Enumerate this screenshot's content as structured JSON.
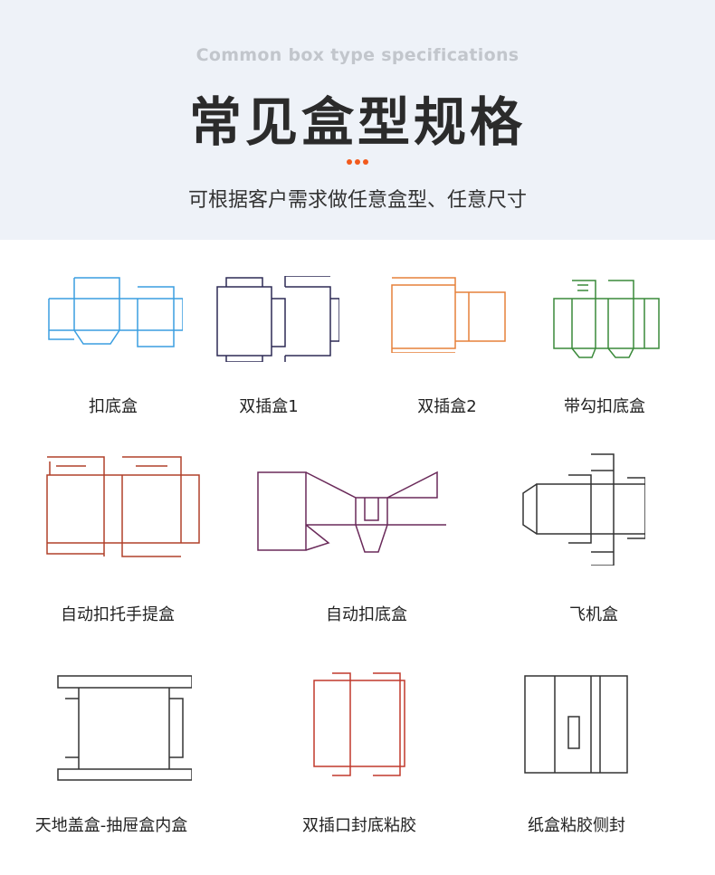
{
  "header": {
    "en_title": "Common box type specifications",
    "title": "常见盒型规格",
    "subtitle": "可根据客户需求做任意盒型、任意尺寸",
    "accent": "#f25a1d"
  },
  "items": [
    {
      "label": "扣底盒",
      "color": "#3a9ee0"
    },
    {
      "label": "双插盒1",
      "color": "#2d2a55"
    },
    {
      "label": "双插盒2",
      "color": "#e6803a"
    },
    {
      "label": "带勾扣底盒",
      "color": "#3a8a3a"
    },
    {
      "label": "自动扣托手提盒",
      "color": "#b0402a"
    },
    {
      "label": "自动扣底盒",
      "color": "#6a2a5a"
    },
    {
      "label": "飞机盒",
      "color": "#333333"
    },
    {
      "label": "天地盖盒-抽屉盒内盒",
      "color": "#333333"
    },
    {
      "label": "双插口封底粘胶",
      "color": "#c0392b"
    },
    {
      "label": "纸盒粘胶侧封",
      "color": "#333333"
    }
  ]
}
